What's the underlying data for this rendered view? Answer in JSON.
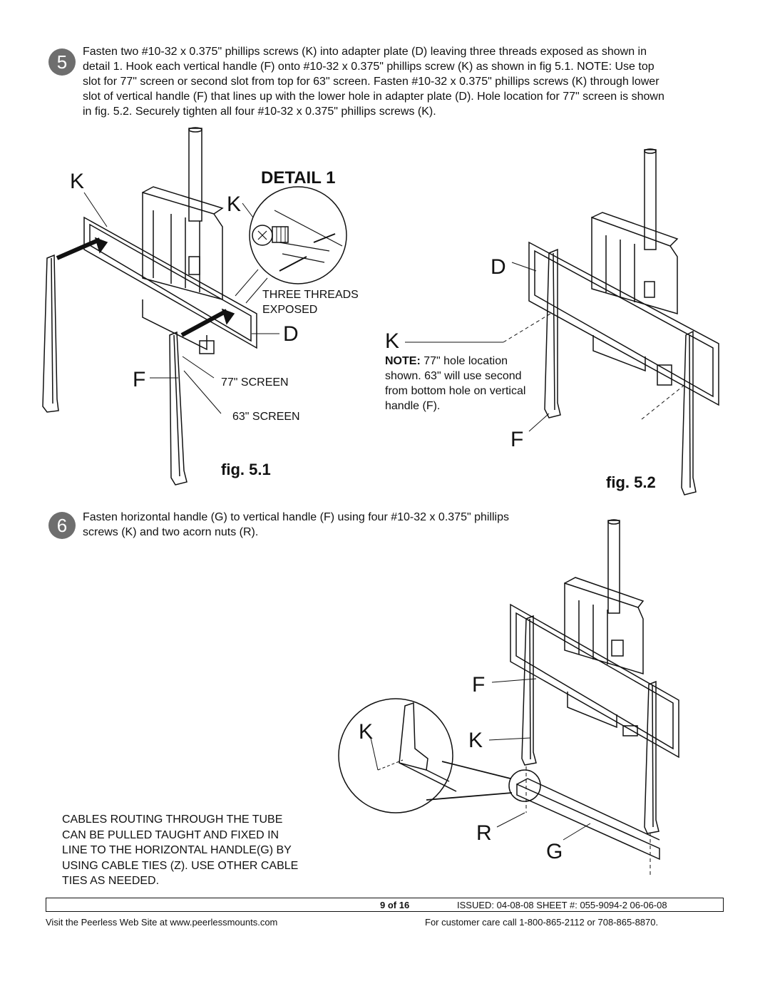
{
  "step5": {
    "number": "5",
    "lines": [
      "Fasten two #10-32 x 0.375\" phillips screws (K) into adapter plate (D) leaving three threads exposed as shown in",
      "detail 1. Hook each vertical handle (F) onto #10-32 x 0.375\" phillips screw (K) as shown in fig 5.1. NOTE: Use top",
      "slot for 77\" screen or second slot from top for 63\" screen. Fasten #10-32 x 0.375\" phillips screws (K) through lower",
      "slot of vertical handle (F) that lines up with the lower hole in adapter plate (D). Hole location for 77\" screen is shown",
      "in fig. 5.2. Securely tighten all four #10-32 x 0.375\" phillips screws (K)."
    ]
  },
  "fig51": {
    "label_k_left": "K",
    "detail_title": "DETAIL 1",
    "label_k_detail": "K",
    "three_threads": "THREE THREADS",
    "exposed": "EXPOSED",
    "label_d": "D",
    "label_f": "F",
    "screen77": "77\" SCREEN",
    "screen63": "63\" SCREEN",
    "caption": "fig. 5.1"
  },
  "fig52": {
    "label_d": "D",
    "label_k": "K",
    "note_bold": "NOTE:",
    "note_lines": [
      "77\" hole location",
      "shown. 63\" will use second",
      "from bottom hole on vertical",
      "handle (F)."
    ],
    "label_f": "F",
    "caption": "fig. 5.2"
  },
  "step6": {
    "number": "6",
    "lines": [
      "Fasten horizontal handle (G) to vertical handle (F) using four #10-32 x 0.375\" phillips",
      "screws (K) and two acorn nuts (R)."
    ]
  },
  "fig6": {
    "label_f": "F",
    "label_k_circle": "K",
    "label_k": "K",
    "label_r": "R",
    "label_g": "G"
  },
  "cables_note": [
    "CABLES ROUTING THROUGH THE TUBE",
    "CAN BE PULLED TAUGHT AND FIXED IN",
    "LINE TO THE HORIZONTAL HANDLE(G) BY",
    "USING CABLE TIES (Z). USE OTHER CABLE",
    "TIES AS NEEDED."
  ],
  "footer": {
    "page": "9 of 16",
    "issued": "ISSUED: 04-08-08  SHEET #: 055-9094-2  06-06-08",
    "website": "Visit  the  Peerless  Web  Site  at  www.peerlessmounts.com",
    "care": "For  customer  care  call  1-800-865-2112  or  708-865-8870."
  }
}
